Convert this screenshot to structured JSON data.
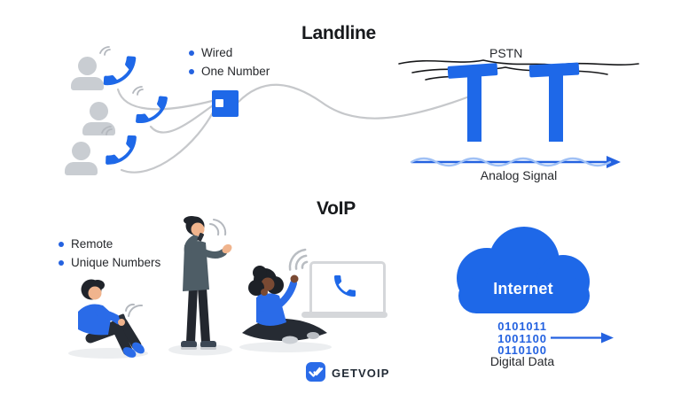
{
  "landline": {
    "title": "Landline",
    "bullets": [
      "Wired",
      "One Number"
    ],
    "pstn_label": "PSTN",
    "signal_label": "Analog Signal"
  },
  "voip": {
    "title": "VoIP",
    "bullets": [
      "Remote",
      "Unique Numbers"
    ],
    "cloud_label": "Internet",
    "binary_lines": [
      "0101011",
      "1001100",
      "0110100"
    ],
    "signal_label": "Digital Data"
  },
  "brand": {
    "logo_text": "GETVOIP"
  },
  "icons": {
    "handset": "phone-handset-icon",
    "signal_arcs": "signal-arcs-icon",
    "wifi": "wifi-arcs-icon",
    "logo": "double-check-badge-icon"
  },
  "colors": {
    "primary_blue": "#1e68e8",
    "wave_light_blue": "#9fc0f5",
    "binary_blue": "#2462e0",
    "silhouette_gray": "#c9cdd2",
    "wire_gray": "#c6c8cb",
    "text_dark": "#212529"
  }
}
